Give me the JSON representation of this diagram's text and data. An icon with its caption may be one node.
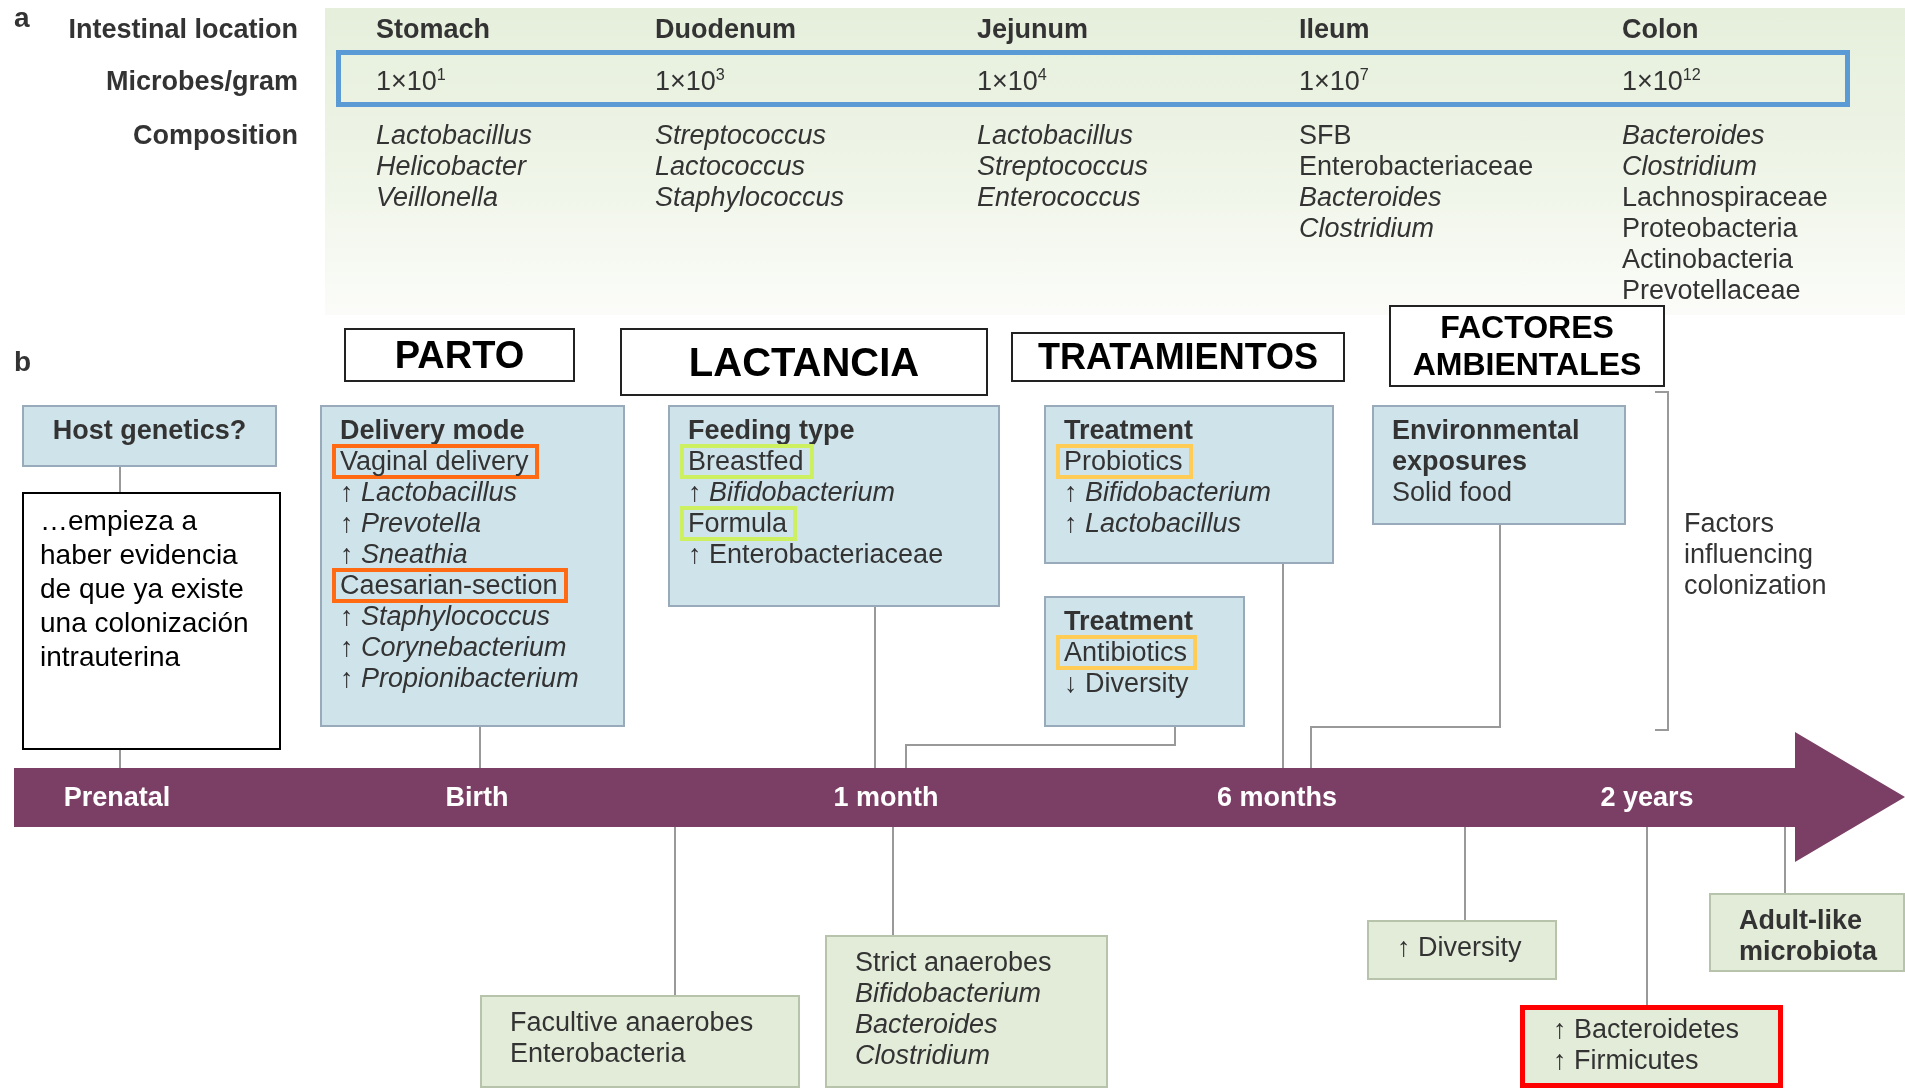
{
  "diagram": {
    "nodes": [
      {
        "text": [
          "PARTO"
        ]
      },
      {
        "text": [
          "LACTANCIA"
        ]
      },
      {
        "text": [
          "TRATAMIENTOS"
        ]
      },
      {
        "text": [
          "FACTORES AMBIENTALES"
        ]
      },
      {
        "text": [
          "Host genetics?"
        ]
      },
      {
        "text": [
          "…empieza a haber evidencia de que ya existe una colonización intrauterina"
        ]
      },
      {
        "text": [
          "Delivery mode",
          "Vaginal delivery",
          "↑ *Lactobacillus*",
          "↑ *Prevotella*",
          "↑ *Sneathia*",
          "Caesarian-section",
          "↑ *Staphylococcus*",
          "↑ *Corynebacterium*",
          "↑ *Propionibacterium*"
        ]
      },
      {
        "text": [
          "Feeding type",
          "Breastfed",
          "↑ *Bifidobacterium*",
          "Formula",
          "↑ Enterobacteriaceae"
        ]
      },
      {
        "text": [
          "Treatment",
          "Probiotics",
          "↑ *Bifidobacterium*",
          "↑ *Lactobacillus*"
        ]
      },
      {
        "text": [
          "Treatment",
          "Antibiotics",
          "↓ Diversity"
        ]
      },
      {
        "text": [
          "Environmental exposures",
          "Solid food"
        ]
      },
      {
        "text": [
          "Prenatal",
          "Birth",
          "1 month",
          "6 months",
          "2 years"
        ]
      },
      {
        "text": [
          "Facultive anaerobes",
          "Enterobacteria"
        ]
      },
      {
        "text": [
          "Strict anaerobes",
          "Bifidobacterium",
          "Bacteroides",
          "Clostridium"
        ]
      },
      {
        "text": [
          "↑ Diversity"
        ]
      },
      {
        "text": [
          "↑ Bacteroidetes",
          "↑ Firmicutes"
        ]
      },
      {
        "text": [
          "Adult-like microbiota"
        ]
      }
    ],
    "edges": [
      {
        "from": 4,
        "to": 5,
        "arrow": "none"
      },
      {
        "from": 5,
        "to": 11,
        "arrow": "none"
      },
      {
        "from": 6,
        "to": 11,
        "arrow": "none"
      },
      {
        "from": 7,
        "to": 11,
        "arrow": "none"
      },
      {
        "from": 8,
        "to": 11,
        "arrow": "none"
      },
      {
        "from": 9,
        "to": 11,
        "arrow": "none"
      },
      {
        "from": 10,
        "to": 11,
        "arrow": "none"
      },
      {
        "from": 11,
        "to": 12,
        "arrow": "none"
      },
      {
        "from": 11,
        "to": 13,
        "arrow": "none"
      },
      {
        "from": 11,
        "to": 14,
        "arrow": "none"
      },
      {
        "from": 11,
        "to": 15,
        "arrow": "none"
      },
      {
        "from": 11,
        "to": 16,
        "arrow": "none"
      }
    ],
    "labels": [
      "a",
      "Intestinal location",
      "Stomach",
      "Duodenum",
      "Jejunum",
      "Ileum",
      "Colon",
      "Microbes/gram",
      "1×10$^{1}$",
      "1×10$^{3}$",
      "1×10$^{4}$",
      "1×10$^{7}$",
      "1×10$^{12}$",
      "Composition",
      "Lactobacillus",
      "Helicobacter",
      "Veillonella",
      "Streptococcus",
      "Lactococcus",
      "Staphylococcus",
      "Lactobacillus",
      "Streptococcus",
      "Enterococcus",
      "SFB",
      "Enterobacteriaceae",
      "Bacteroides",
      "Clostridium",
      "Bacteroides",
      "Clostridium",
      "Lachnospiraceae",
      "Proteobacteria",
      "Actinobacteria",
      "Prevotellaceae",
      "b",
      "Factors influencing colonization"
    ]
  }
}
